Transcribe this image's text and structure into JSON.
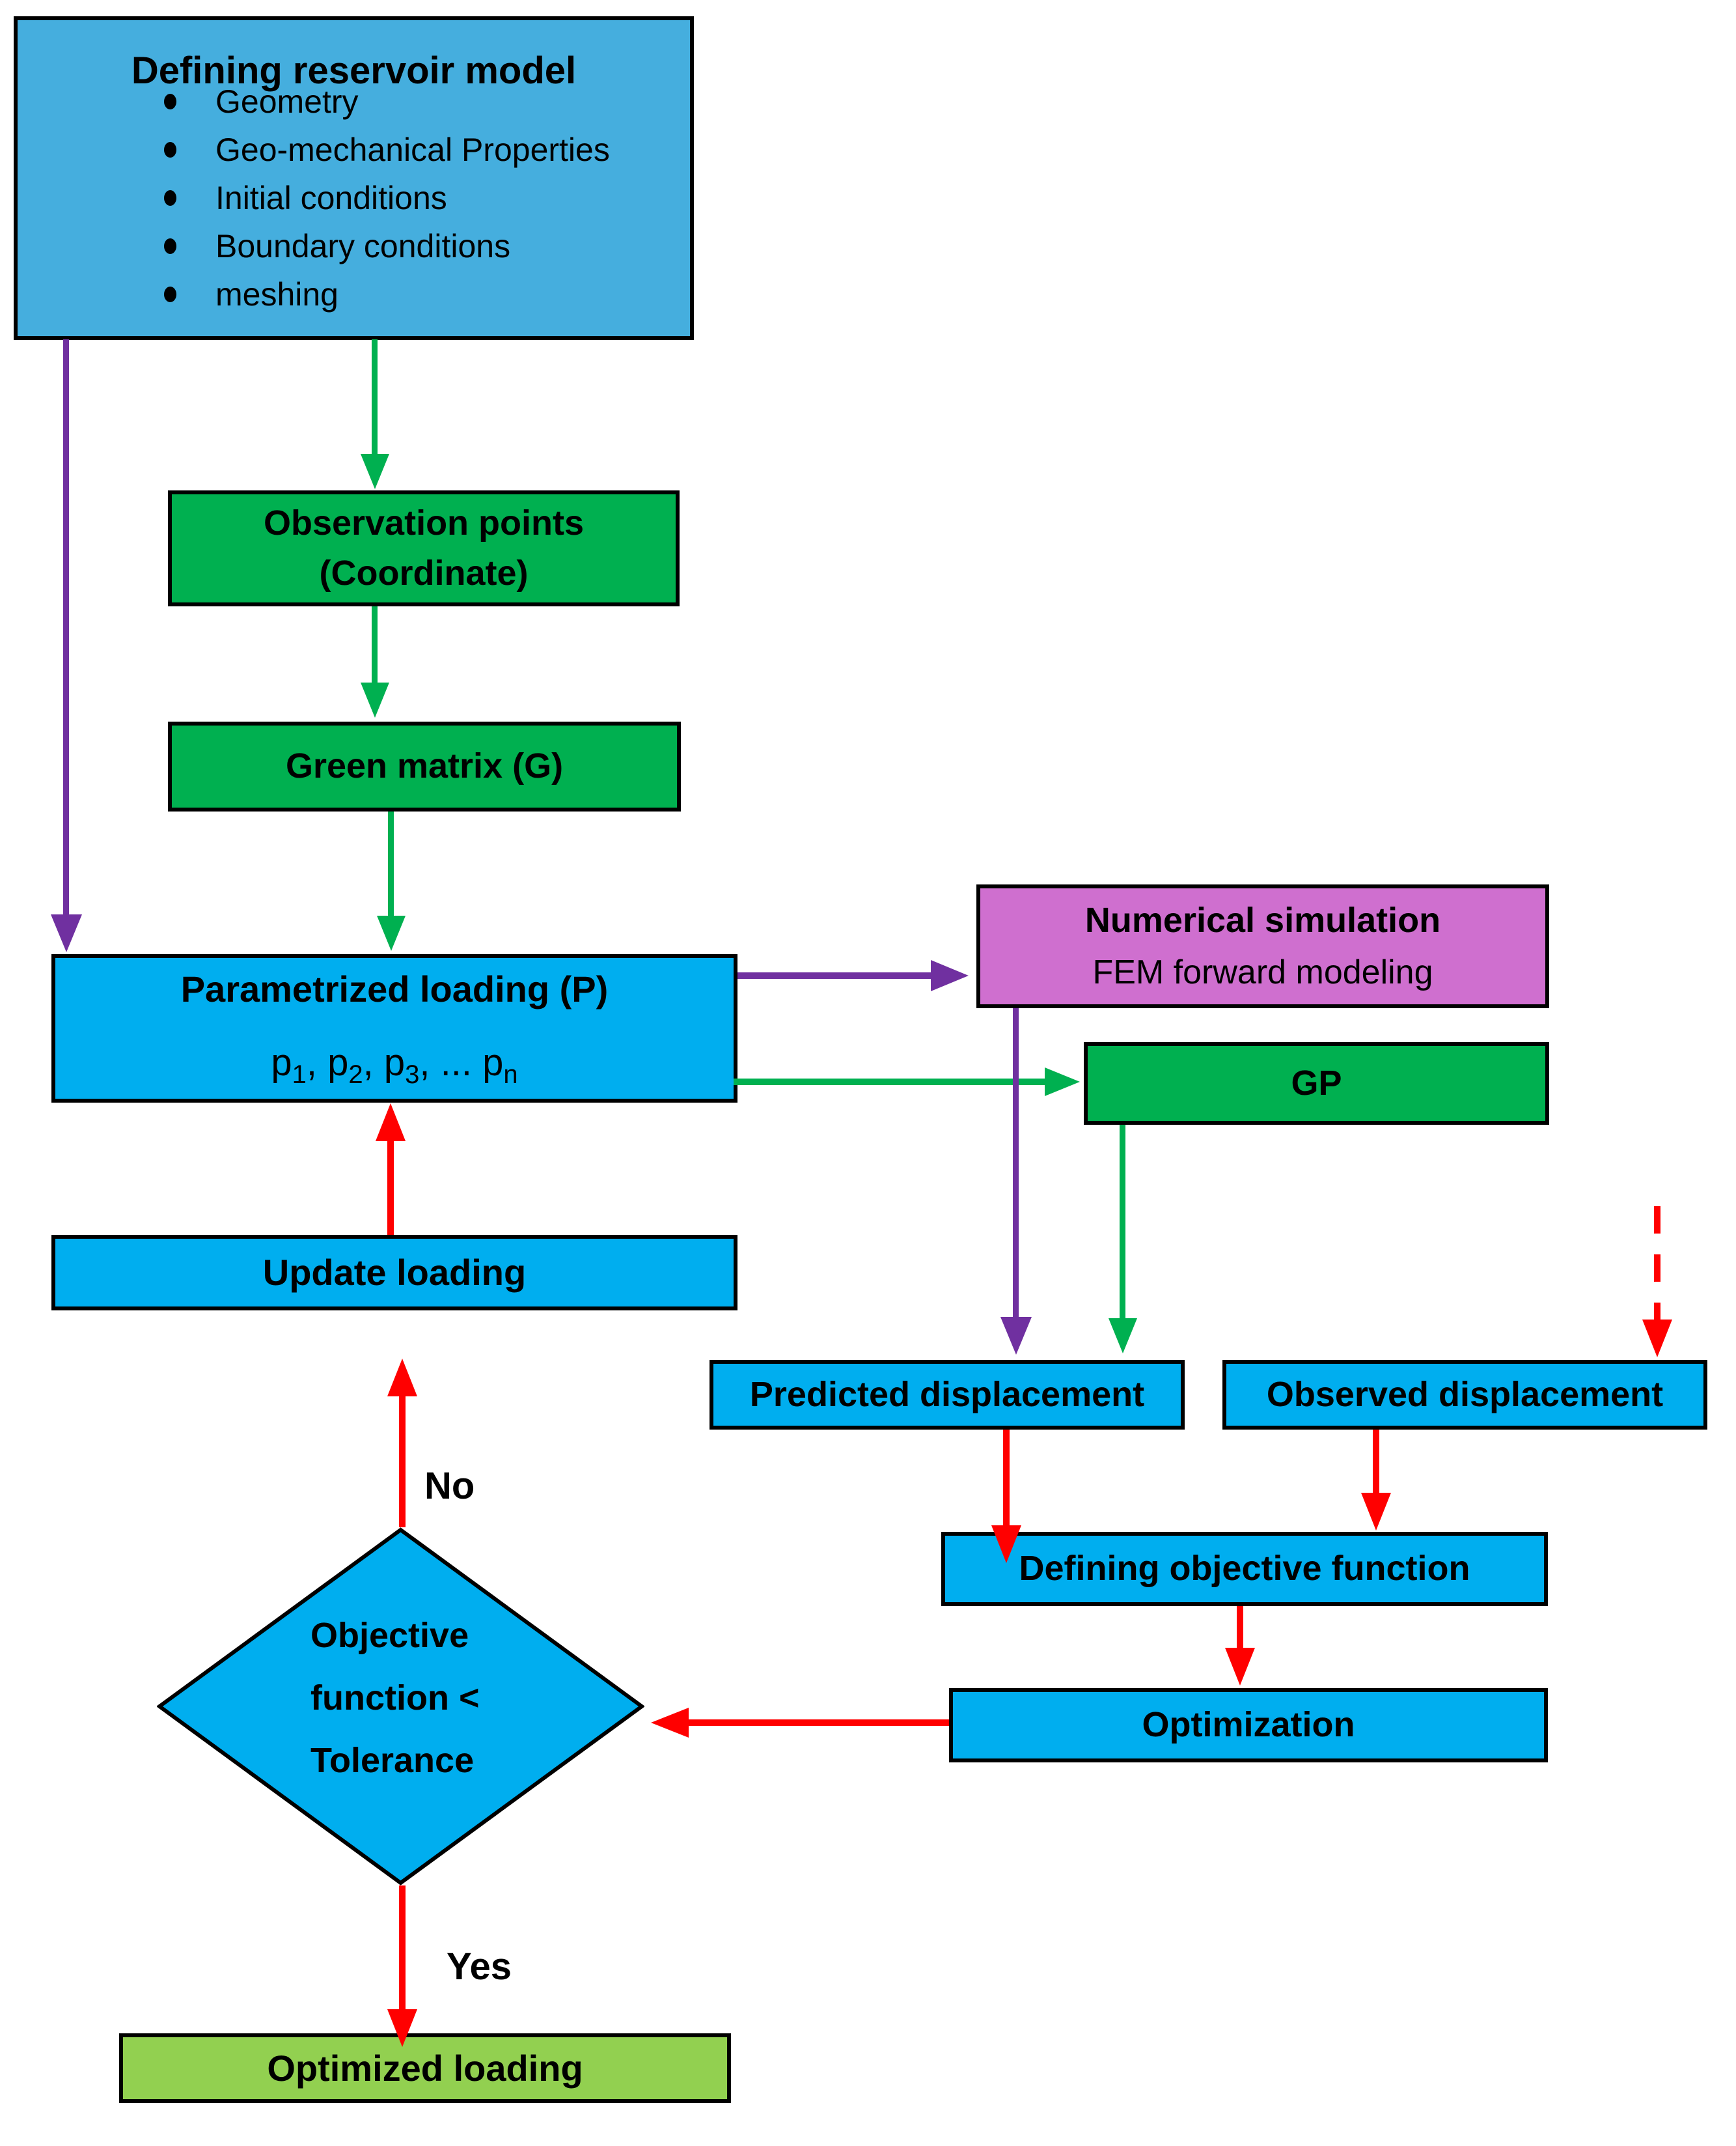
{
  "colors": {
    "box_blue": "#00AEEF",
    "box_blue_soft": "#45AEDE",
    "box_green": "#00B050",
    "box_light_green": "#92D050",
    "box_magenta": "#CF6FCF",
    "arrow_purple": "#7030A0",
    "arrow_green": "#00B050",
    "arrow_red": "#FF0000",
    "border": "#000000"
  },
  "nodes": {
    "reservoir": {
      "title": "Defining reservoir model",
      "bullets": [
        "Geometry",
        "Geo-mechanical Properties",
        "Initial conditions",
        "Boundary conditions",
        "meshing"
      ]
    },
    "observation_points": {
      "line1": "Observation points",
      "line2": "(Coordinate)"
    },
    "green_matrix": {
      "label": "Green matrix (G)"
    },
    "parametrized_loading": {
      "title": "Parametrized loading (P)",
      "params": [
        "p",
        "1",
        ", ",
        "p",
        "2",
        ", ",
        "p",
        "3",
        ", ... ",
        "p",
        "n"
      ]
    },
    "numerical_simulation": {
      "line1": "Numerical simulation",
      "line2": "FEM forward modeling"
    },
    "gp": {
      "label": "GP"
    },
    "update_loading": {
      "label": "Update loading"
    },
    "predicted_displacement": {
      "label": "Predicted displacement"
    },
    "observed_displacement": {
      "label": "Observed displacement"
    },
    "objective_function": {
      "label": "Defining objective function"
    },
    "optimization": {
      "label": "Optimization"
    },
    "decision": {
      "line1": "Objective",
      "line2": "function <",
      "line3": "Tolerance"
    },
    "optimized_loading": {
      "label": "Optimized loading"
    }
  },
  "edge_labels": {
    "no": "No",
    "yes": "Yes"
  }
}
